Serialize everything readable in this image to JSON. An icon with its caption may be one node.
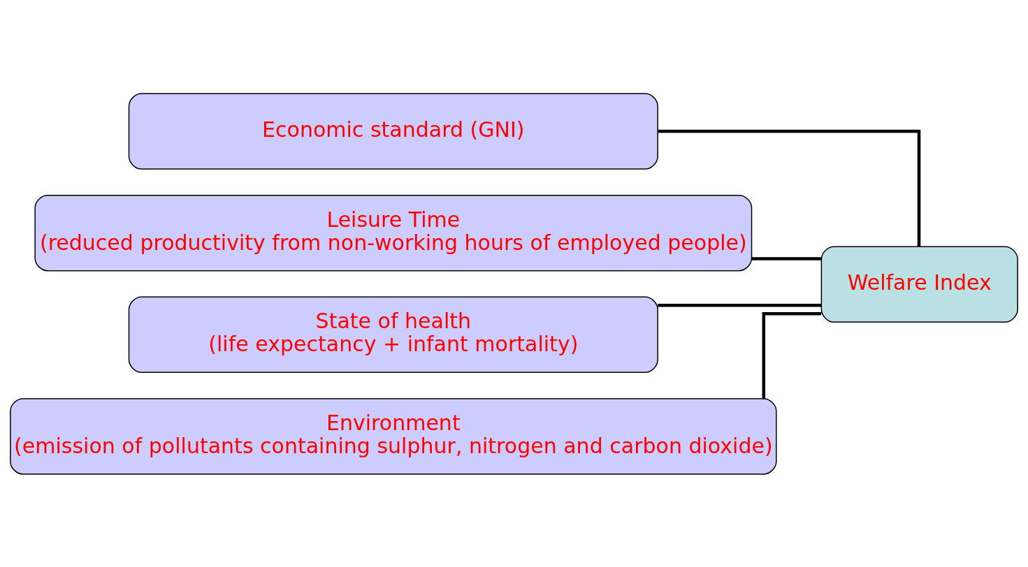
{
  "diagram": {
    "nodes": [
      {
        "text": [
          "Welfare Index"
        ]
      },
      {
        "text": [
          "Economic standard (GNI)"
        ]
      },
      {
        "text": [
          "Leisure Time",
          "(reduced productivity from non-working hours of employed people)"
        ]
      },
      {
        "text": [
          "State of health",
          "(life expectancy + infant mortality)"
        ]
      },
      {
        "text": [
          "Environment",
          "(emission of pollutants containing sulphur, nitrogen and carbon dioxide)"
        ]
      }
    ],
    "edges": [
      {
        "from": 0,
        "to": 1,
        "arrow": "none"
      },
      {
        "from": 0,
        "to": 2,
        "arrow": "none"
      },
      {
        "from": 0,
        "to": 3,
        "arrow": "none"
      },
      {
        "from": 0,
        "to": 4,
        "arrow": "none"
      }
    ]
  }
}
